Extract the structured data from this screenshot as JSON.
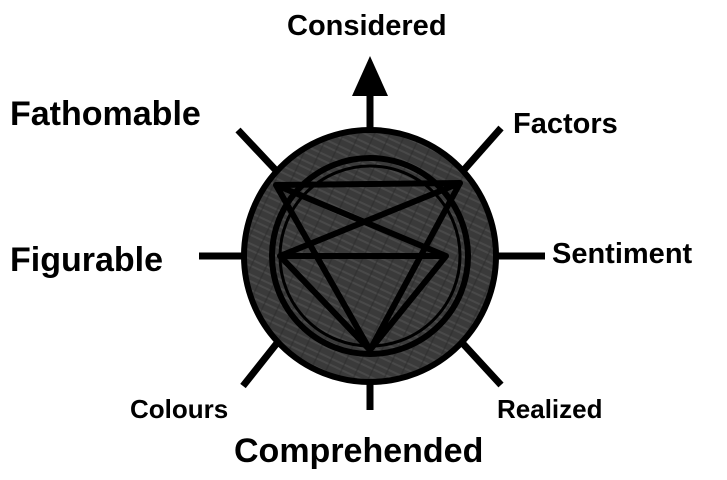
{
  "diagram": {
    "labels": {
      "considered": "Considered",
      "fathomable": "Fathomable",
      "factors": "Factors",
      "figurable": "Figurable",
      "sentiment": "Sentiment",
      "colours": "Colours",
      "realized": "Realized",
      "comprehended": "Comprehended"
    },
    "colors": {
      "disc_fill": "#3a3a3a",
      "ink": "#000000",
      "background": "#ffffff"
    },
    "emblem": "pentagram-in-circle"
  }
}
